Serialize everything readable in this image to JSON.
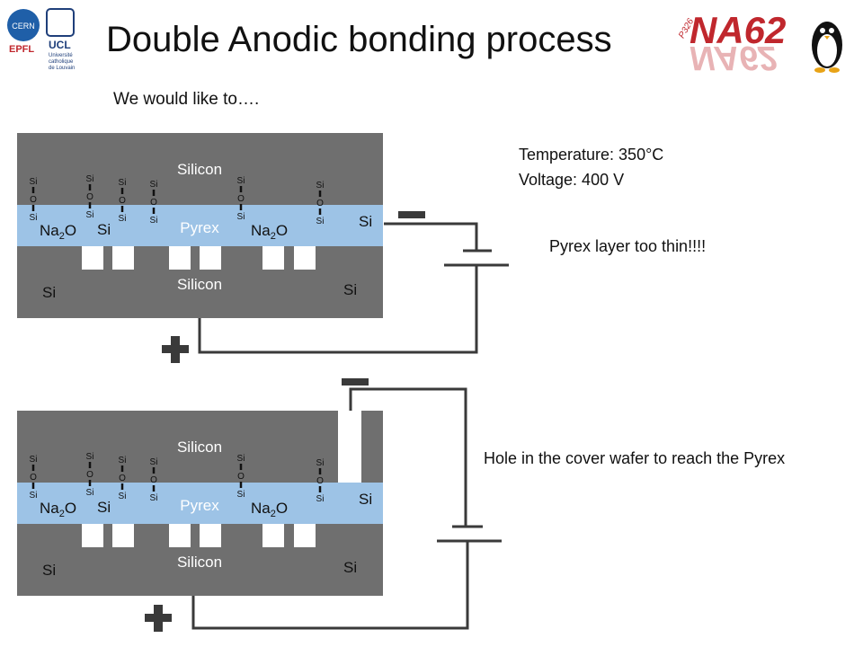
{
  "slide": {
    "title": "Double Anodic bonding process",
    "subtitle": "We would like to….",
    "notes": {
      "temperature": "Temperature: 350°C",
      "voltage": "Voltage: 400 V",
      "pyrex_thin": "Pyrex layer too thin!!!!",
      "hole": "Hole in the cover wafer to reach the Pyrex"
    }
  },
  "logos": {
    "cern": "CERN",
    "epfl": "EPFL",
    "ucl": "UCL",
    "ucl_sub1": "Université",
    "ucl_sub2": "catholique",
    "ucl_sub3": "de Louvain",
    "na62": "NA62",
    "p326": "P326"
  },
  "diagram": {
    "silicon_top": "Silicon",
    "silicon_bottom": "Silicon",
    "pyrex": "Pyrex",
    "na": "Na",
    "sub2": "2",
    "o": "O",
    "si": "Si",
    "bond_top": "Si",
    "bond_mid": "O",
    "bond_bot": "Si",
    "minus": "−",
    "plus": "+"
  },
  "colors": {
    "silicon": "#6f6f6f",
    "pyrex": "#9dc3e6",
    "wire": "#3a3a3a",
    "logo_red": "#c0272d"
  }
}
